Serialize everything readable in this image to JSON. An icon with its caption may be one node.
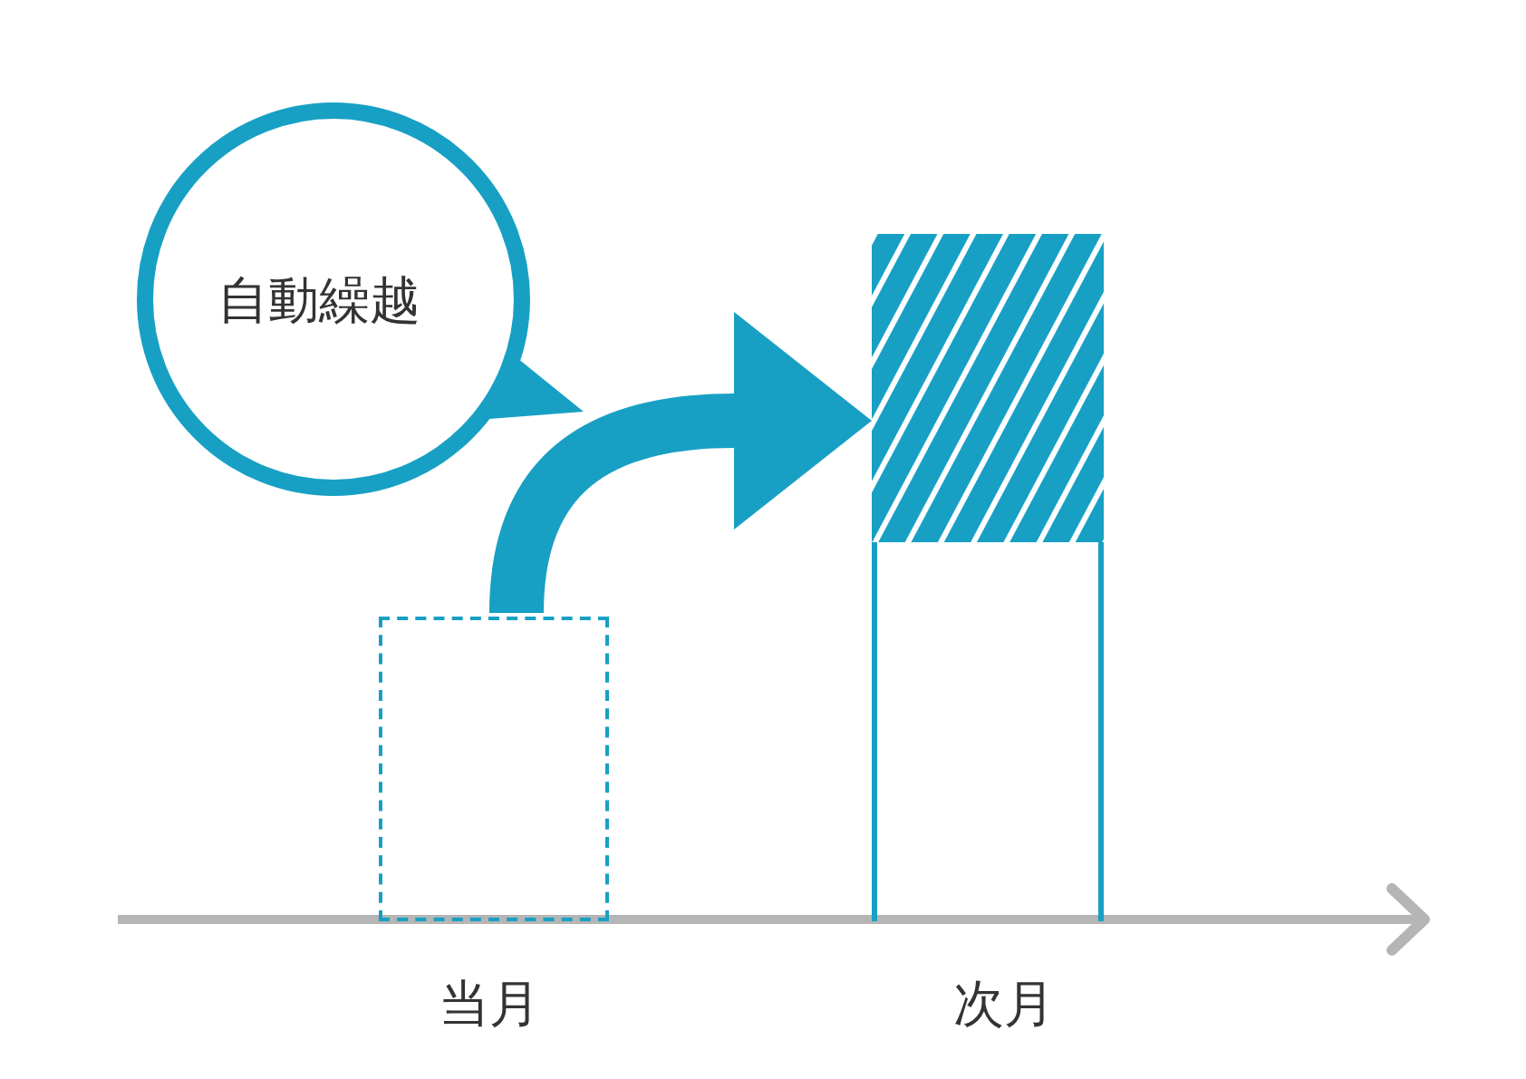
{
  "diagram": {
    "nodes": [
      {
        "text": [
          "自動繰越"
        ]
      },
      {
        "text": [],
        "shape": "box"
      },
      {
        "text": [],
        "shape": "box"
      },
      {
        "text": [],
        "shape": "bar"
      }
    ],
    "edges": [
      {
        "from": 1,
        "to": 2,
        "arrow": "to"
      }
    ],
    "labels": [
      "当月",
      "次月"
    ]
  }
}
